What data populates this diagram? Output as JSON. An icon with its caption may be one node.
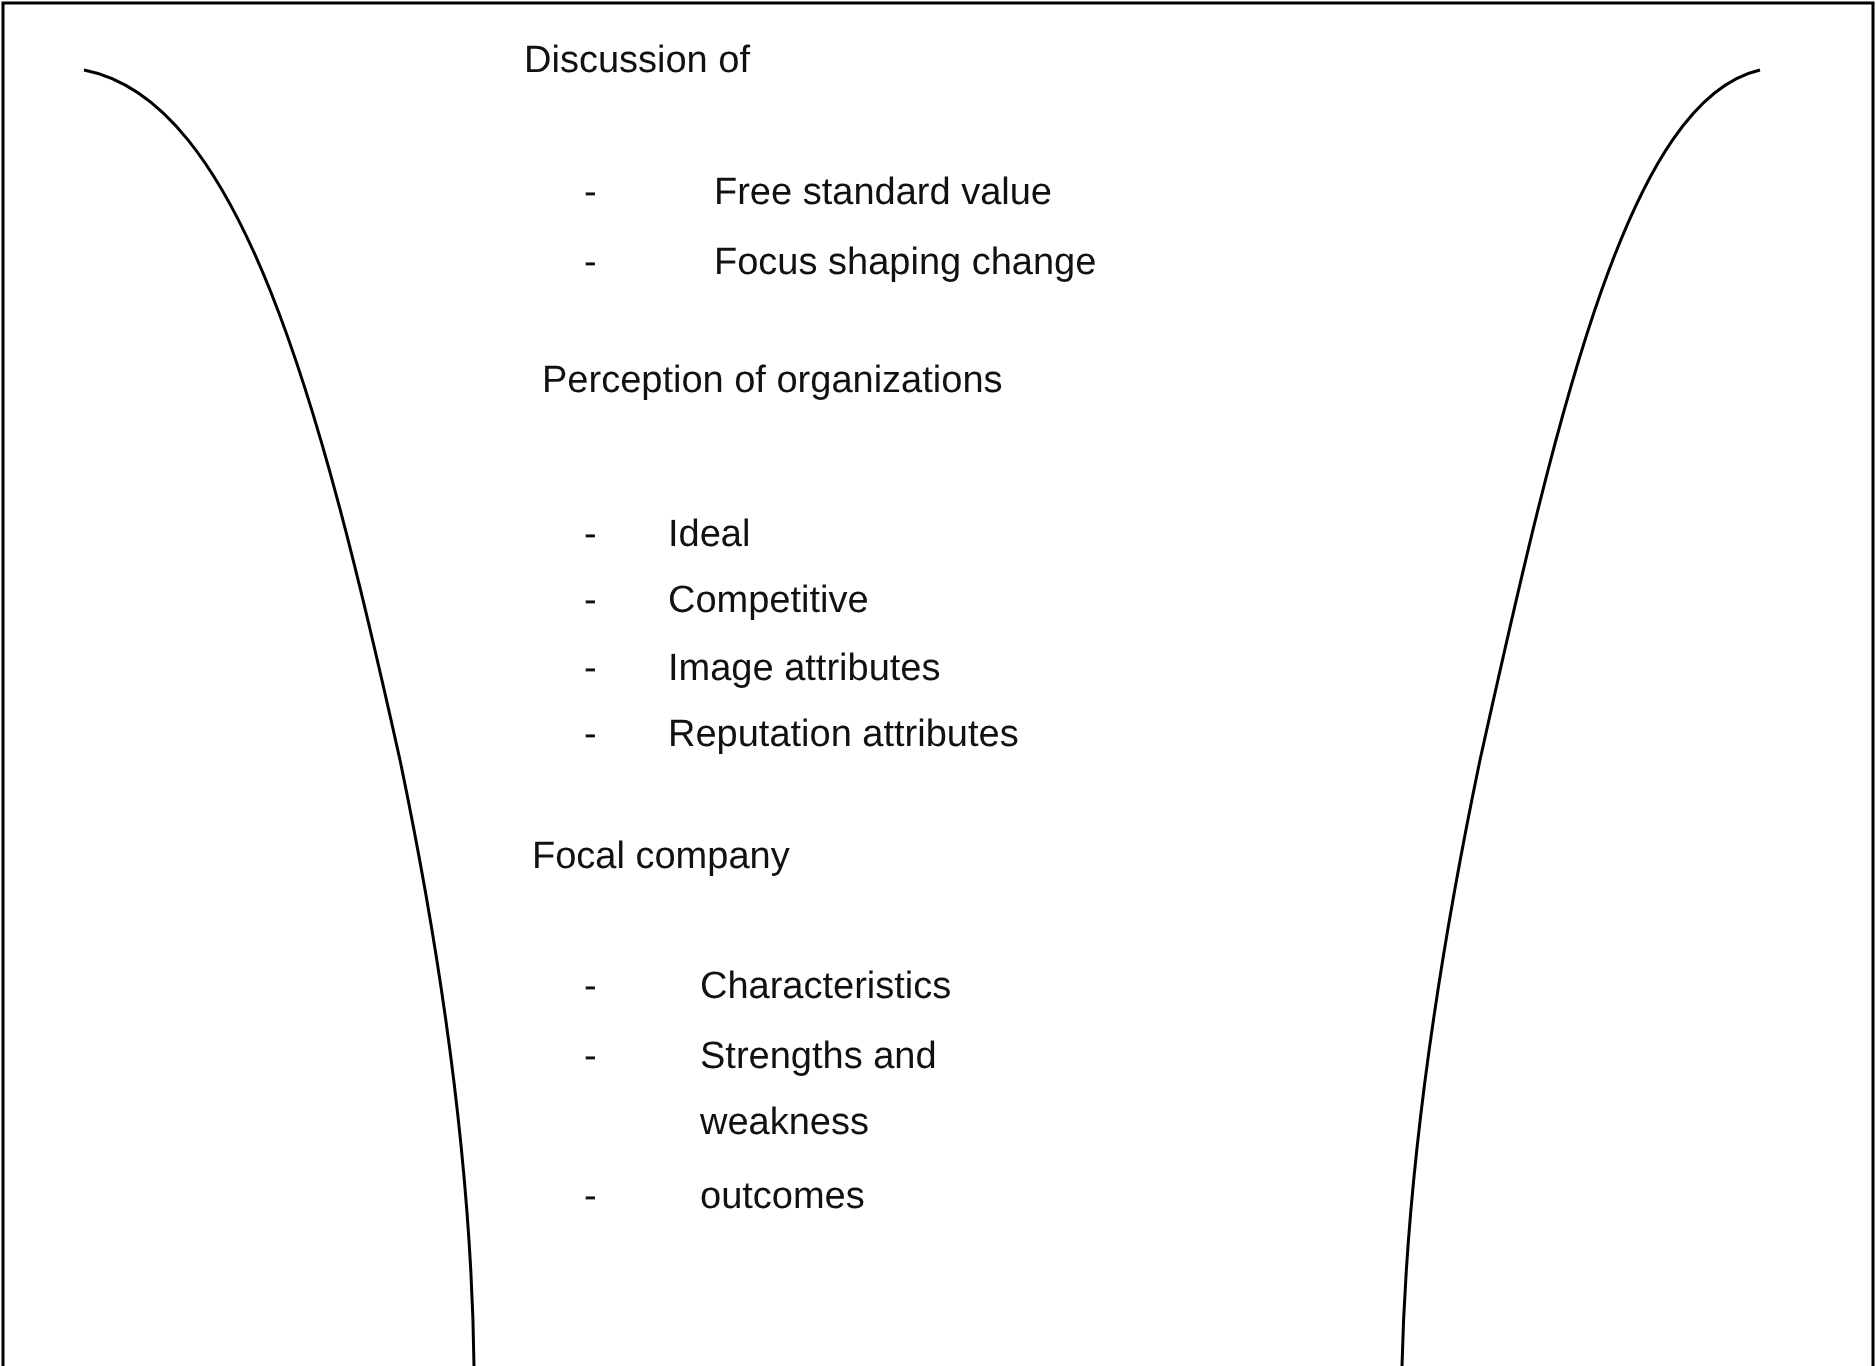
{
  "diagram": {
    "labels": [
      "Discussion of",
      "-",
      "Free standard value",
      "-",
      "Focus shaping change",
      "Perception of organizations",
      "-",
      "Ideal",
      "-",
      "Competitive",
      "-",
      "Image attributes",
      "-",
      "Reputation attributes",
      "Focal company",
      "-",
      "Characteristics",
      "-",
      "Strengths and weakness",
      "-",
      "outcomes"
    ]
  }
}
